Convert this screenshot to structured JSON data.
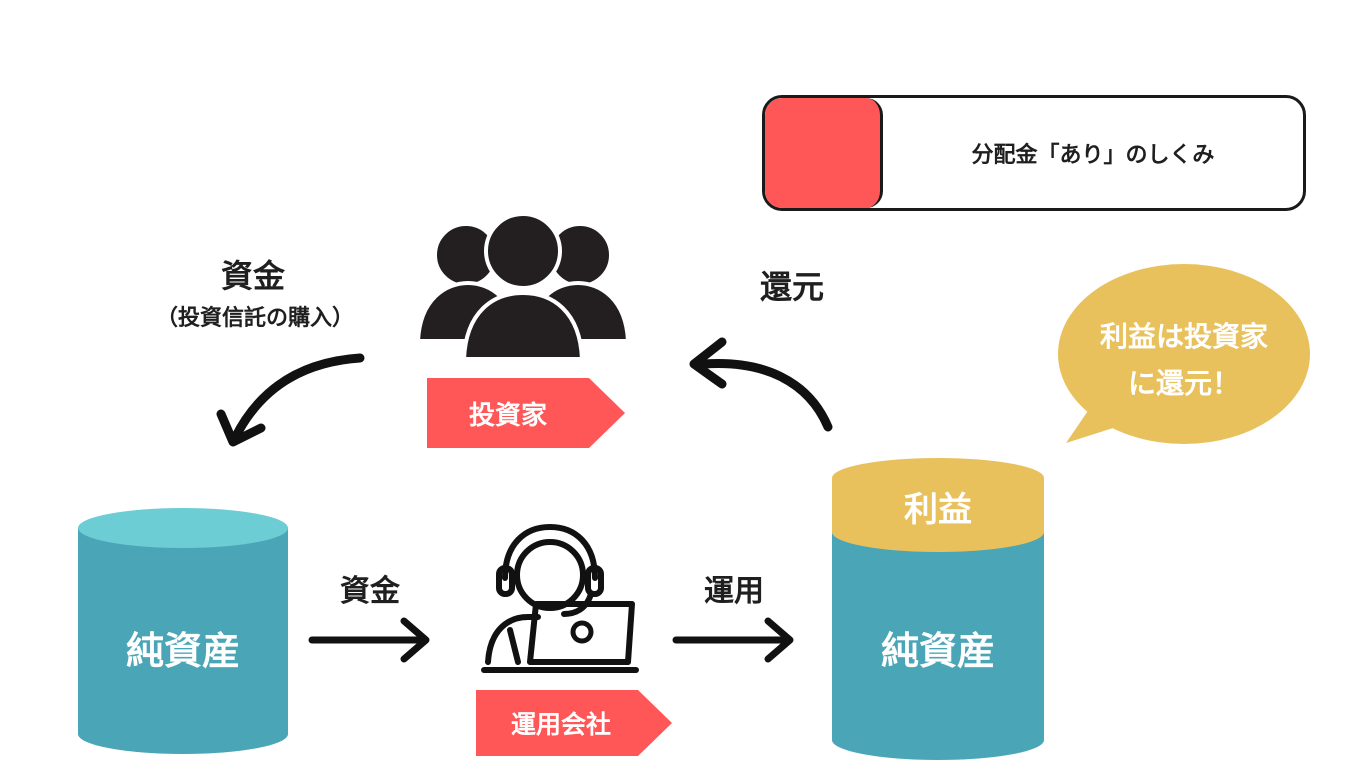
{
  "title": "分配金「あり」のしくみ",
  "colors": {
    "accent_red": "#ff5757",
    "teal_body": "#4aa6b7",
    "teal_top": "#6ccdd4",
    "profit_yellow": "#e9c15c",
    "dark": "#231f20"
  },
  "investor": {
    "label": "投資家",
    "icon": "group-of-people-icon"
  },
  "company": {
    "label": "運用会社",
    "icon": "operator-with-headset-and-laptop-icon"
  },
  "left_flow": {
    "main": "資金",
    "sub": "（投資信託の購入）"
  },
  "return_label": "還元",
  "mid_fund_label": "資金",
  "operate_label": "運用",
  "left_cylinder": {
    "label": "純資産"
  },
  "right_cylinder": {
    "top_label": "利益",
    "label": "純資産"
  },
  "bubble": {
    "line1": "利益は投資家",
    "line2": "に還元！"
  }
}
